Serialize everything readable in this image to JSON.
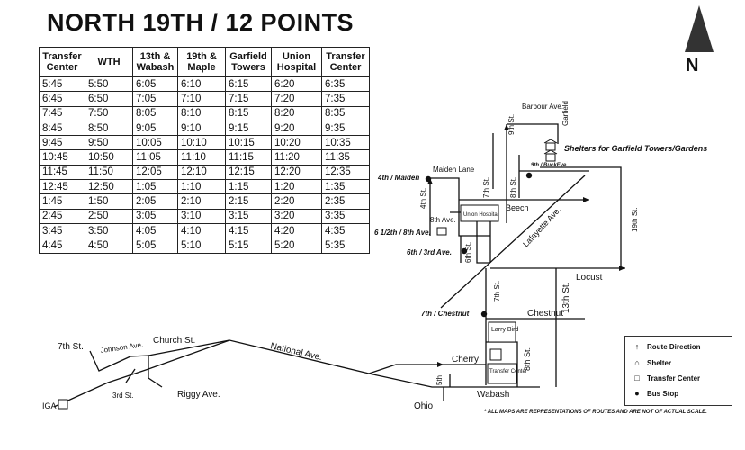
{
  "title": "NORTH 19TH / 12 POINTS",
  "schedule": {
    "headers": [
      "Transfer Center",
      "WTH",
      "13th & Wabash",
      "19th & Maple",
      "Garfield Towers",
      "Union Hospital",
      "Transfer Center"
    ],
    "rows": [
      [
        "5:45",
        "5:50",
        "6:05",
        "6:10",
        "6:15",
        "6:20",
        "6:35"
      ],
      [
        "6:45",
        "6:50",
        "7:05",
        "7:10",
        "7:15",
        "7:20",
        "7:35"
      ],
      [
        "7:45",
        "7:50",
        "8:05",
        "8:10",
        "8:15",
        "8:20",
        "8:35"
      ],
      [
        "8:45",
        "8:50",
        "9:05",
        "9:10",
        "9:15",
        "9:20",
        "9:35"
      ],
      [
        "9:45",
        "9:50",
        "10:05",
        "10:10",
        "10:15",
        "10:20",
        "10:35"
      ],
      [
        "10:45",
        "10:50",
        "11:05",
        "11:10",
        "11:15",
        "11:20",
        "11:35"
      ],
      [
        "11:45",
        "11:50",
        "12:05",
        "12:10",
        "12:15",
        "12:20",
        "12:35"
      ],
      [
        "12:45",
        "12:50",
        "1:05",
        "1:10",
        "1:15",
        "1:20",
        "1:35"
      ],
      [
        "1:45",
        "1:50",
        "2:05",
        "2:10",
        "2:15",
        "2:20",
        "2:35"
      ],
      [
        "2:45",
        "2:50",
        "3:05",
        "3:10",
        "3:15",
        "3:20",
        "3:35"
      ],
      [
        "3:45",
        "3:50",
        "4:05",
        "4:10",
        "4:15",
        "4:20",
        "4:35"
      ],
      [
        "4:45",
        "4:50",
        "5:05",
        "5:10",
        "5:15",
        "5:20",
        "5:35"
      ]
    ]
  },
  "north_label": "N",
  "map": {
    "streets": {
      "barbour": "Barbour Ave.",
      "ninth": "9th St.",
      "garfield": "Garfield",
      "maiden_lane": "Maiden Lane",
      "fourth": "4th St.",
      "seventh": "7th St.",
      "eighth": "8th St.",
      "beech": "Beech",
      "eighth_ave": "8th Ave.",
      "lafayette": "Lafayette Ave.",
      "nineteenth": "19th St.",
      "sixth": "6th St.",
      "locust": "Locust",
      "seventh_b": "7th St.",
      "thirteenth": "13th St.",
      "chestnut": "Chestnut",
      "national": "National Ave.",
      "cherry": "Cherry",
      "eighth_b": "8th St.",
      "fifth": "5th",
      "wabash": "Wabash",
      "ohio": "Ohio",
      "seventh_w": "7th St.",
      "johnson": "Johnson Ave.",
      "church": "Church St.",
      "third": "3rd St.",
      "riggy": "Riggy Ave."
    },
    "places": {
      "shelters": "Shelters for Garfield Towers/Gardens",
      "union_hospital": "Union Hospital",
      "larry_bird": "Larry Bird",
      "transfer_center": "Transfer Center",
      "iga": "IGA"
    },
    "stops": {
      "fourth_maiden": "4th / Maiden",
      "ninth_buckeye": "9th / BuckEye",
      "six_half_eighth": "6 1/2th / 8th Ave.",
      "sixth_third": "6th / 3rd Ave.",
      "seventh_chestnut": "7th / Chestnut"
    }
  },
  "legend": {
    "items": [
      "Route Direction",
      "Shelter",
      "Transfer Center",
      "Bus Stop"
    ]
  },
  "disclaimer": "* ALL MAPS ARE REPRESENTATIONS OF ROUTES AND ARE NOT OF ACTUAL SCALE."
}
